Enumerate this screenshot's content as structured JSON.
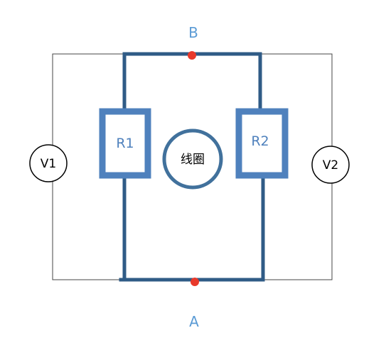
{
  "nodes": {
    "top_label": "B",
    "bottom_label": "A"
  },
  "resistors": {
    "left_label": "R1",
    "right_label": "R2"
  },
  "coil": {
    "label": "线圈"
  },
  "voltmeters": {
    "left_label": "V1",
    "right_label": "V2"
  },
  "colors": {
    "wire_thick": "#2f5b86",
    "wire_thin": "#444444",
    "resistor_stroke": "#4f81bd",
    "resistor_text": "#4f81bd",
    "node_label": "#5b9bd5",
    "node_dot": "#e8392b",
    "coil_stroke": "#41719c",
    "meter_stroke": "#000000",
    "text_dark": "#000000"
  }
}
